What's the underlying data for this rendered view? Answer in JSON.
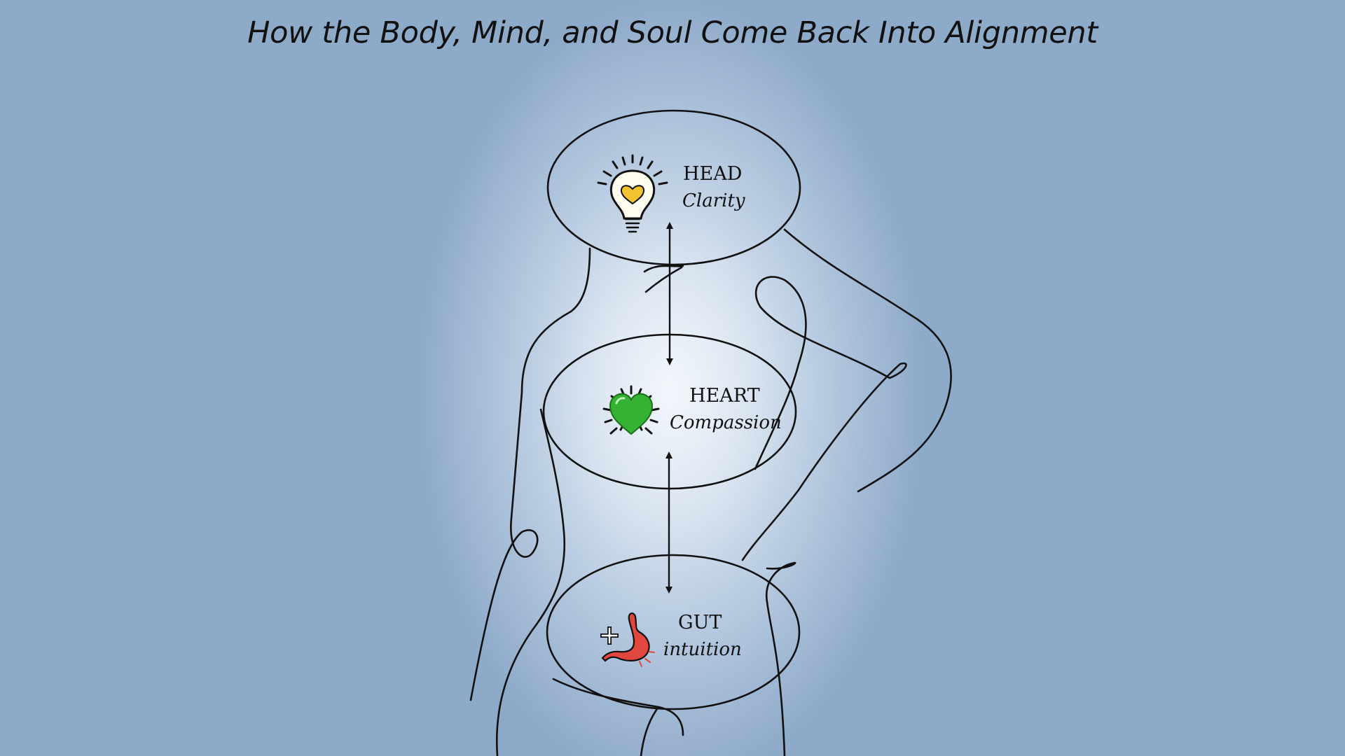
{
  "header": {
    "title": "",
    "subtitle": "How the Body, Mind, and Soul Come Back Into Alignment"
  },
  "diagram": {
    "nodes": [
      {
        "id": "head",
        "label": "HEAD",
        "quality": "Clarity",
        "icon": "lightbulb-heart-icon",
        "icon_color": "#f2c230"
      },
      {
        "id": "heart",
        "label": "HEART",
        "quality": "Compassion",
        "icon": "green-heart-icon",
        "icon_color": "#34b233"
      },
      {
        "id": "gut",
        "label": "GUT",
        "quality": "intuition",
        "icon": "stomach-icon",
        "icon_color": "#e2473f"
      }
    ],
    "edges": [
      {
        "from": "head",
        "to": "heart",
        "direction": "both"
      },
      {
        "from": "heart",
        "to": "gut",
        "direction": "both"
      }
    ]
  },
  "colors": {
    "background": "#8eaac9",
    "glow": "#f3f7fc",
    "ink": "#111111"
  }
}
